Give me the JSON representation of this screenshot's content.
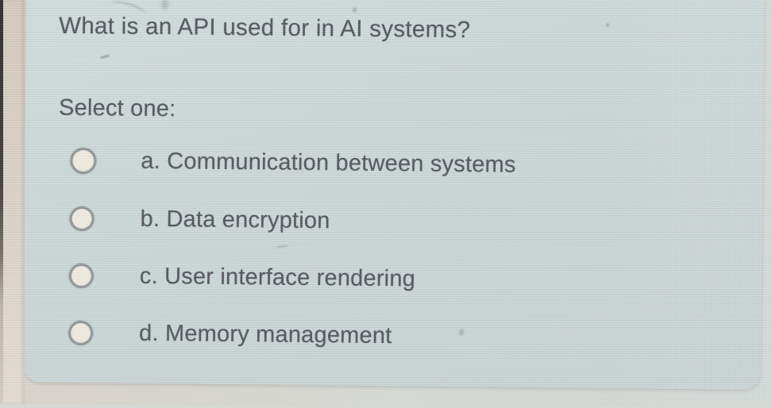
{
  "question": "What is an API used for in AI systems?",
  "prompt": "Select one:",
  "options": [
    {
      "key": "a",
      "label": "a. Communication between systems",
      "selected": false,
      "control": "radio-circle-outline"
    },
    {
      "key": "b",
      "label": "b. Data encryption",
      "selected": false,
      "control": "radio-circle-outline"
    },
    {
      "key": "c",
      "label": "c. User interface rendering",
      "selected": false,
      "control": "radio-circle-outline"
    },
    {
      "key": "d",
      "label": "d. Memory management",
      "selected": false,
      "control": "radio-circle-outline"
    }
  ],
  "colors": {
    "card_background": "#cbd6d6",
    "page_background": "#d5d8d3",
    "bezel": "#d8cfc4",
    "edge": "#3a3836",
    "text": "#51575b",
    "radio_border": "#8f9697",
    "radio_fill": "#efe9df"
  }
}
